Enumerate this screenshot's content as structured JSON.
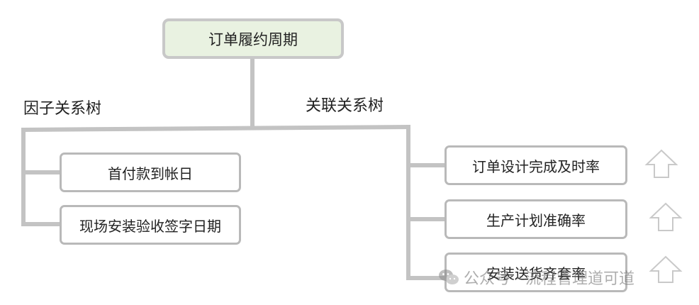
{
  "root": {
    "label": "订单履约周期"
  },
  "groups": {
    "factor": {
      "title": "因子关系树",
      "items": [
        "首付款到帐日",
        "现场安装验收签字日期"
      ]
    },
    "related": {
      "title": "关联关系树",
      "items": [
        "订单设计完成及时率",
        "生产计划准确率",
        "安装送货齐套率"
      ]
    }
  },
  "indicators": [
    "arrow-up-outline-icon",
    "arrow-up-outline-icon",
    "arrow-up-outline-icon"
  ],
  "watermark": {
    "text": "公众号 · 流程管理道可道",
    "icon": "wechat-icon"
  },
  "colors": {
    "root_fill": "#e9f2e1",
    "border": "#b9b9b9",
    "connector": "#c3c3c3"
  }
}
